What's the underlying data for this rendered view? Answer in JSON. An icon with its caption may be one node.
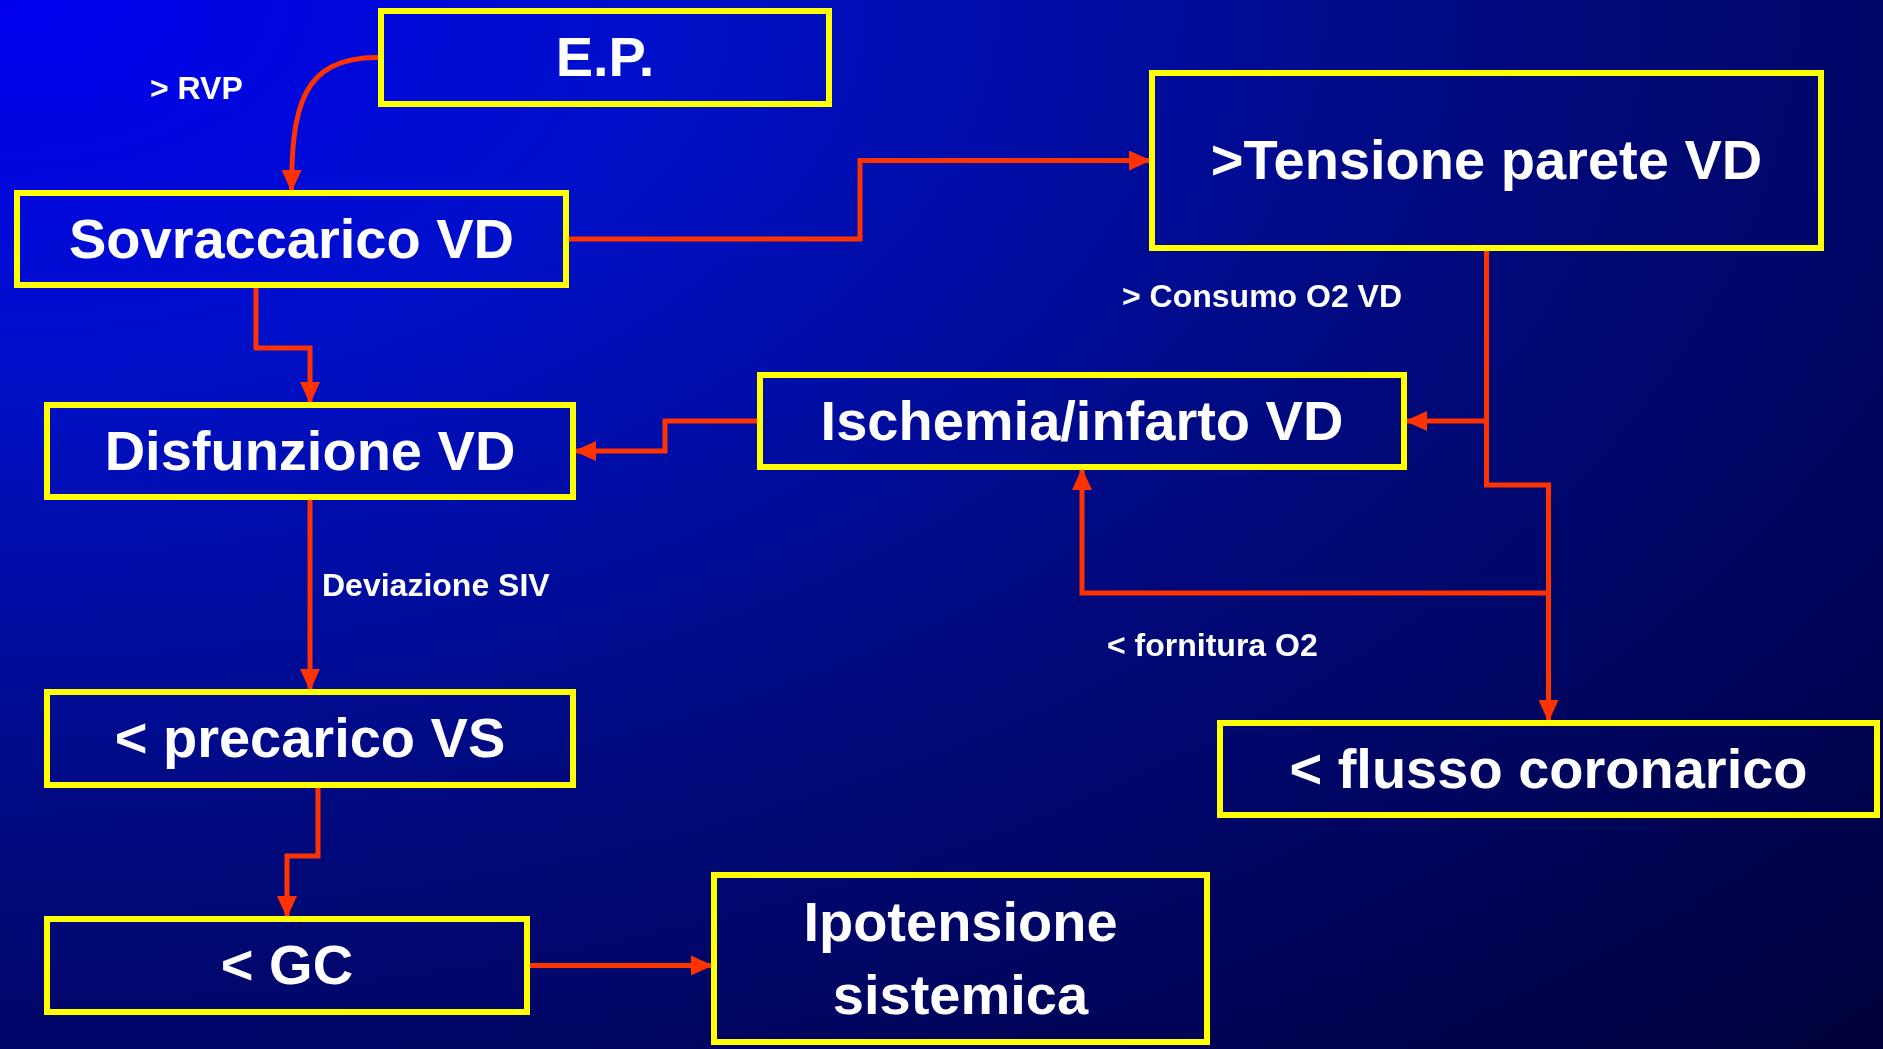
{
  "diagram": {
    "nodes": [
      {
        "text": [
          "E.P."
        ]
      },
      {
        "text": [
          "Sovraccarico VD"
        ]
      },
      {
        "text": [
          ">Tensione parete VD"
        ]
      },
      {
        "text": [
          "Disfunzione VD"
        ]
      },
      {
        "text": [
          "Ischemia/infarto VD"
        ]
      },
      {
        "text": [
          "< precarico VS"
        ]
      },
      {
        "text": [
          "< flusso coronarico"
        ]
      },
      {
        "text": [
          "< GC"
        ]
      },
      {
        "text": [
          "Ipotensione sistemica"
        ]
      }
    ],
    "edges": [
      {
        "from": 0,
        "to": 1,
        "arrow": "to",
        "label": "> RVP"
      },
      {
        "from": 1,
        "to": 2,
        "arrow": "to"
      },
      {
        "from": 1,
        "to": 3,
        "arrow": "to"
      },
      {
        "from": 2,
        "to": 4,
        "arrow": "to",
        "label": "> Consumo O2 VD"
      },
      {
        "from": 2,
        "to": 6,
        "arrow": "to"
      },
      {
        "from": 6,
        "to": 4,
        "arrow": "to",
        "label": "< fornitura O2"
      },
      {
        "from": 4,
        "to": 3,
        "arrow": "to"
      },
      {
        "from": 3,
        "to": 5,
        "arrow": "to",
        "label": "Deviazione SIV"
      },
      {
        "from": 5,
        "to": 7,
        "arrow": "to"
      },
      {
        "from": 7,
        "to": 8,
        "arrow": "to"
      }
    ]
  }
}
